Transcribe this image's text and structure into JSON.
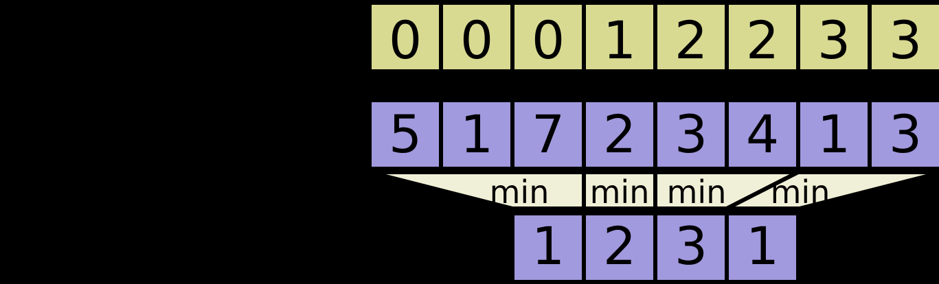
{
  "colors": {
    "background": "#000000",
    "border": "#000000",
    "text": "#000000",
    "block_index_fill": "#d9da92",
    "array_fill": "#a19ade",
    "operator_fill": "#f0f0d8"
  },
  "rows": {
    "block_index": {
      "values": [
        "0",
        "0",
        "0",
        "1",
        "2",
        "2",
        "3",
        "3"
      ]
    },
    "array": {
      "values": [
        "5",
        "1",
        "7",
        "2",
        "3",
        "4",
        "1",
        "3"
      ]
    },
    "block_min": {
      "values": [
        "1",
        "2",
        "3",
        "1"
      ]
    }
  },
  "operators": {
    "labels": [
      "min",
      "min",
      "min",
      "min"
    ]
  }
}
